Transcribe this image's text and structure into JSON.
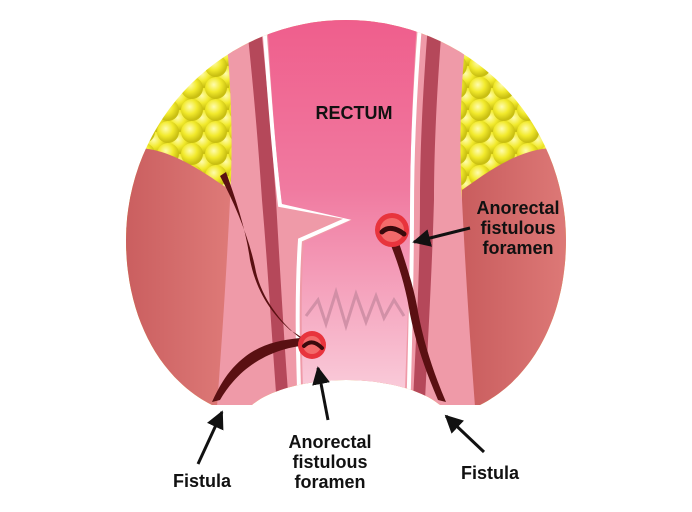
{
  "labels": {
    "rectum": "RECTUM",
    "foramen_right": [
      "Anorectal",
      "fistulous",
      "foramen"
    ],
    "foramen_bottom": [
      "Anorectal",
      "fistulous",
      "foramen"
    ],
    "fistula_left": "Fistula",
    "fistula_right": "Fistula"
  },
  "colors": {
    "fat_yellow": "#f2ea2c",
    "muscle": "#d9706f",
    "wall_pink": "#ef9aa8",
    "lumen_pink": "#ee5f8c",
    "lumen_light": "#f8c9d8",
    "fistula_tract": "#5a1012",
    "foramen_red": "#e8343d",
    "label_text": "#111111"
  }
}
